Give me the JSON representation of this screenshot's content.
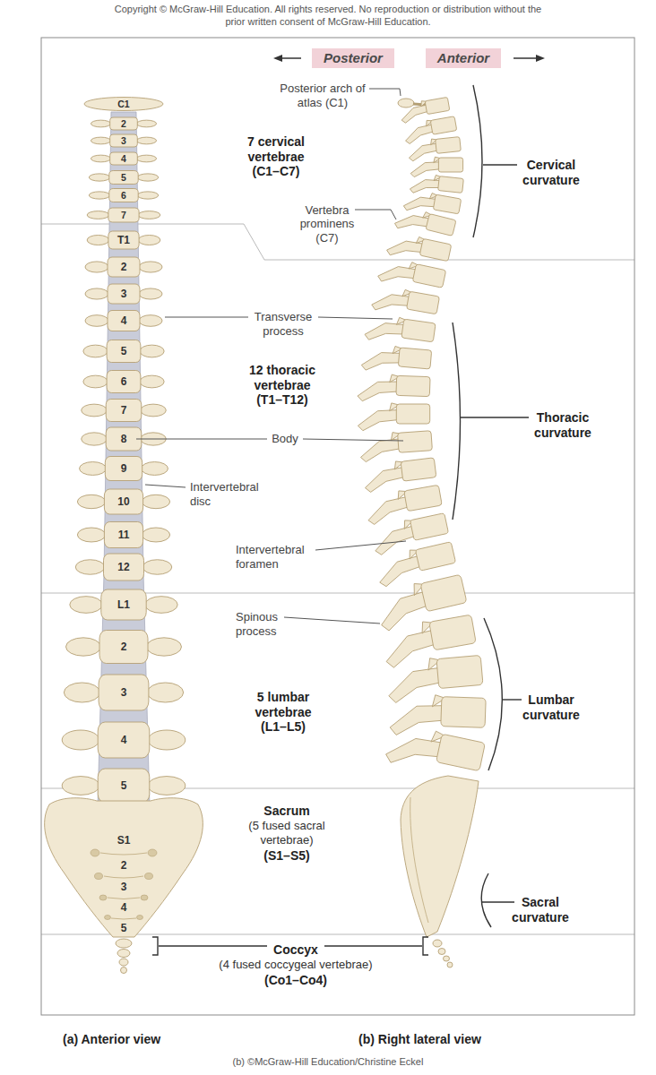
{
  "diagram": {
    "nodes": [
      {
        "text": [
          "7 cervical vertebrae (C1–C7)",
          "Cervical curvature"
        ]
      },
      {
        "text": [
          "Posterior"
        ],
        "in": 0
      },
      {
        "text": [
          "Anterior"
        ],
        "in": 0
      },
      {
        "text": [
          "12 thoracic vertebrae (T1–T12)",
          "Thoracic curvature"
        ]
      },
      {
        "text": [
          "5 lumbar vertebrae (L1–L5)",
          "Lumbar curvature"
        ]
      },
      {
        "text": [
          "Sacrum",
          "(5 fused sacral vertebrae)",
          "(S1–S5)",
          "Sacral curvature"
        ]
      },
      {
        "text": [
          "Coccyx",
          "(4 fused coccygeal vertebrae)",
          "(Co1–Co4)"
        ]
      }
    ],
    "labels": [
      "Copyright © McGraw-Hill Education. All rights reserved. No reproduction or distribution without the prior written consent of McGraw-Hill Education.",
      "C1",
      "2",
      "3",
      "4",
      "5",
      "6",
      "7",
      "T1",
      "2",
      "3",
      "4",
      "5",
      "6",
      "7",
      "8",
      "9",
      "10",
      "11",
      "12",
      "L1",
      "2",
      "3",
      "4",
      "5",
      "S1",
      "2",
      "3",
      "4",
      "5",
      "Posterior arch of atlas (C1)",
      "Vertebra prominens (C7)",
      "Transverse process",
      "Body",
      "Intervertebral disc",
      "Intervertebral foramen",
      "Spinous process",
      "(a) Anterior view",
      "(b) Right lateral view",
      "(b) ©McGraw-Hill Education/Christine Eckel"
    ]
  }
}
